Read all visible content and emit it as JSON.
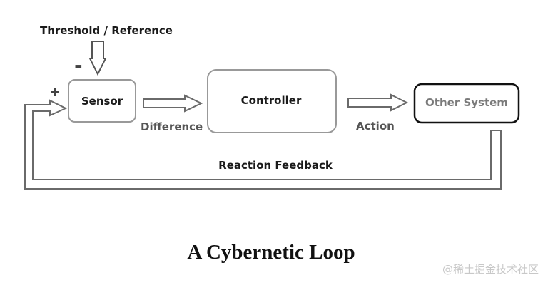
{
  "nodes": {
    "sensor": "Sensor",
    "controller": "Controller",
    "other_system": "Other System"
  },
  "labels": {
    "threshold": "Threshold / Reference",
    "difference": "Difference",
    "action": "Action",
    "reaction_feedback": "Reaction Feedback",
    "minus_sign": "-",
    "plus_sign": "+"
  },
  "caption": "A Cybernetic Loop",
  "watermark": "@稀土掘金技术社区"
}
